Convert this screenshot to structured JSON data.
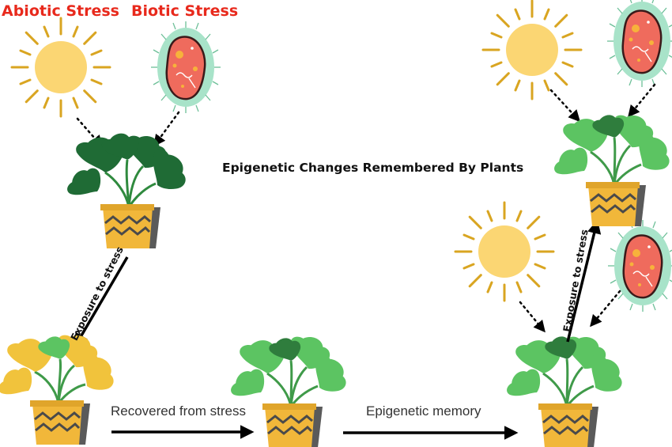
{
  "labels": {
    "abiotic": "Abiotic Stress",
    "biotic": "Biotic Stress",
    "title": "Epigenetic Changes Remembered By Plants",
    "exposure_1": "Exposure to stress",
    "exposure_2": "Exposure to stress",
    "recovered": "Recovered from stress",
    "memory": "Epigenetic memory"
  },
  "colors": {
    "stress_label": "#e8291c",
    "sun": "#fbd673",
    "sun_rays": "#d9a521",
    "pathogen_body": "#ef6b5d",
    "pathogen_halo": "#a8e3c9",
    "leaf_stressed": "#1f6b35",
    "leaf_healthy": "#5cc462",
    "leaf_yellow": "#f1c33c",
    "pot": "#f1b73a",
    "pot_shadow": "#5a5a5a"
  },
  "icons": [
    "sun-icon",
    "pathogen-cell-icon",
    "plant-pot-icon"
  ]
}
